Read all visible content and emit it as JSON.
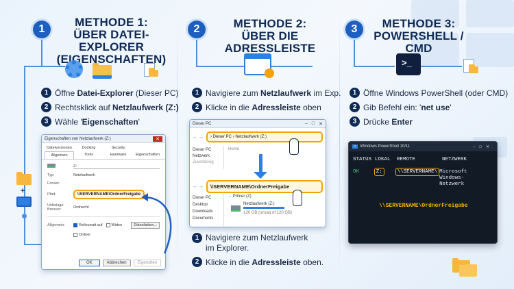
{
  "method1": {
    "num": "1",
    "title1": "METHODE 1:",
    "title2": "ÜBER DATEI-EXPLORER",
    "title3": "(EIGENSCHAFTEN)",
    "steps": [
      {
        "n": "1",
        "pre": "Öffne ",
        "bold": "Datei-Explorer",
        "post": " (Dieser PC)"
      },
      {
        "n": "2",
        "pre": "Rechtsklick auf ",
        "bold": "Netzlaufwerk (Z:)",
        "post": ""
      },
      {
        "n": "3",
        "pre": "Wähle '",
        "bold": "Eigenschaften",
        "post": "'"
      }
    ],
    "dialog": {
      "title": "Eigenschaften von Netzlaufwerk (Z:)",
      "tabs": [
        "Dateiversionen",
        "Docking",
        "Security",
        "Allgemein",
        "Tools",
        "Hardware",
        "Eigenschaften"
      ],
      "drive": "Z:",
      "type_label": "Typ:",
      "type_value": "Netzlaufwerk",
      "fs_label": "Fonser:",
      "path_label": "Pfad:",
      "path_value": "\\\\SERVERNAME\\OrdnerFreigabe",
      "used_label": "Unbelage Bresser:",
      "used_value": "Ordnecht",
      "allg_label": "Allgemein:",
      "chk1": "Refiesrratt auf",
      "chk2": "Widen",
      "chk3": "Ordner",
      "btn_ext": "Diäesfaitten...",
      "ok": "OK",
      "cancel": "Abbrechen",
      "apply": "Eigenstten"
    },
    "side_plus": "+"
  },
  "method2": {
    "num": "2",
    "title1": "METHODE 2:",
    "title2": "ÜBER DIE ADRESSLEISTE",
    "steps": [
      {
        "n": "1",
        "pre": "Navigiere zum ",
        "bold": "Netzlaufwerk",
        "post": " im Exp."
      },
      {
        "n": "2",
        "pre": "Klicke in die ",
        "bold": "Adressleiste",
        "post": " oben"
      }
    ],
    "explorer": {
      "title": "Dieser PC",
      "crumb1": "Dieser PC",
      "crumb2": "Netzlaufwerk (Z:)",
      "home": "Home",
      "nav": [
        "Dieser PC",
        "Netzwerk",
        "Zuverlässig"
      ],
      "unc": "\\\\SERVERNAME\\OrdnerFreigabe",
      "section": "Primer (Z)",
      "drive_name": "Netzlaufwerk (Z:)",
      "drive_size": "120 GB (unsaq of 120 GB)",
      "nav2": [
        "Dieser PC",
        "Desktop",
        "Downloads",
        "Documents"
      ]
    },
    "steps2": [
      {
        "n": "1",
        "l1": "Navigiere zum Netzlaufwerk",
        "l2": "im Explorer."
      },
      {
        "n": "2",
        "pre": "Klicke in die ",
        "bold": "Adressleiste",
        "post": " oben."
      }
    ]
  },
  "method3": {
    "num": "3",
    "title1": "METHODE 3:",
    "title2": "POWERSHELL / CMD",
    "steps": [
      {
        "n": "1",
        "pre": "Öffne Windows PowerShell (oder CMD)",
        "bold": "",
        "post": ""
      },
      {
        "n": "2",
        "pre": "Gib Befehl ein: '",
        "bold": "net use",
        "post": "'"
      },
      {
        "n": "3",
        "pre": "Drücke ",
        "bold": "Enter",
        "post": ""
      }
    ],
    "terminal": {
      "title": "Windows PowerShell 10/11",
      "headers": [
        "STATUS",
        "LOKAL",
        "REMOTE",
        "NETZWERK"
      ],
      "row": {
        "status": "OK",
        "local": "Z:",
        "remote": "\\\\SERVERNAME\\",
        "net1": "Microsoft Windows-",
        "net2": "Netzwerk"
      },
      "callout": "\\\\SERVERNAME\\OrdnerFreigabe"
    }
  },
  "colors": {
    "accent": "#1d5fbf",
    "highlight": "#f4a300",
    "ok": "#4cc26b"
  }
}
